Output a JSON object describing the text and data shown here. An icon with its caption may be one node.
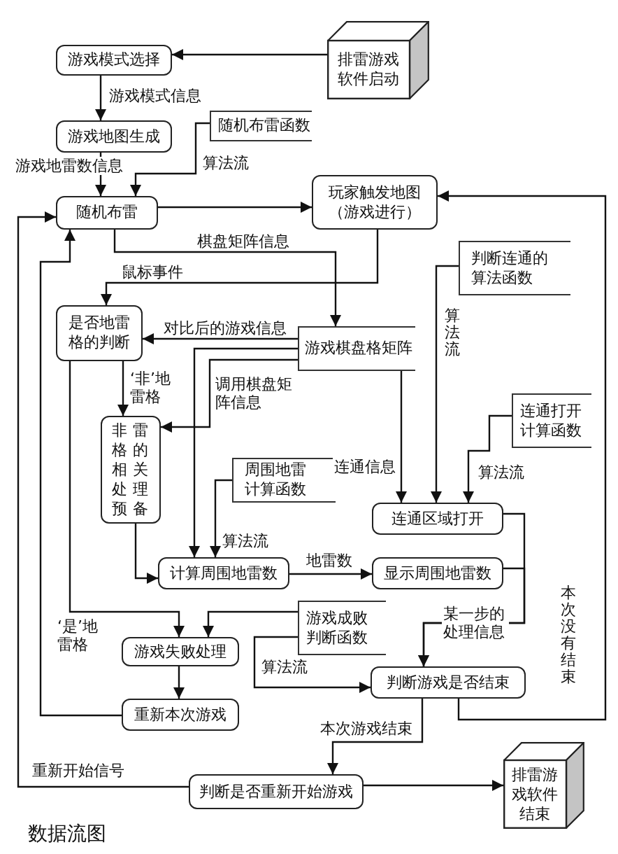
{
  "diagram": {
    "caption": "数据流图",
    "nodes": [
      {
        "text": [
          "排雷游戏软件启动"
        ]
      },
      {
        "text": [
          "游戏模式选择"
        ]
      },
      {
        "text": [
          "游戏地图生成"
        ]
      },
      {
        "text": [
          "随机布雷函数"
        ]
      },
      {
        "text": [
          "随机布雷"
        ]
      },
      {
        "text": [
          "玩家触发地图（游戏进行）"
        ]
      },
      {
        "text": [
          "判断连通的算法函数"
        ]
      },
      {
        "text": [
          "是否地雷格的判断"
        ]
      },
      {
        "text": [
          "游戏棋盘格矩阵"
        ]
      },
      {
        "text": [
          "非雷格的相关处理预备"
        ]
      },
      {
        "text": [
          "连通打开计算函数"
        ]
      },
      {
        "text": [
          "周围地雷计算函数"
        ]
      },
      {
        "text": [
          "连通区域打开"
        ]
      },
      {
        "text": [
          "计算周围地雷数"
        ]
      },
      {
        "text": [
          "显示周围地雷数"
        ]
      },
      {
        "text": [
          "游戏成败判断函数"
        ]
      },
      {
        "text": [
          "游戏失败处理"
        ]
      },
      {
        "text": [
          "判断游戏是否结束"
        ]
      },
      {
        "text": [
          "重新本次游戏"
        ]
      },
      {
        "text": [
          "判断是否重新开始游戏"
        ]
      },
      {
        "text": [
          "排雷游戏软件结束"
        ]
      }
    ],
    "edges": [
      {
        "from": 0,
        "to": 1,
        "arrow": "to"
      },
      {
        "from": 1,
        "to": 2,
        "arrow": "to",
        "label": "游戏模式信息"
      },
      {
        "from": 2,
        "to": 4,
        "arrow": "to",
        "label": "游戏地雷数信息"
      },
      {
        "from": 3,
        "to": 4,
        "arrow": "to",
        "label": "算法流"
      },
      {
        "from": 4,
        "to": 5,
        "arrow": "to"
      },
      {
        "from": 4,
        "to": 8,
        "arrow": "to",
        "label": "棋盘矩阵信息"
      },
      {
        "from": 5,
        "to": 7,
        "arrow": "to",
        "label": "鼠标事件"
      },
      {
        "from": 8,
        "to": 7,
        "arrow": "to",
        "label": "对比后的游戏信息"
      },
      {
        "from": 8,
        "to": 13,
        "arrow": "to"
      },
      {
        "from": 8,
        "to": 9,
        "arrow": "to",
        "label": "调用棋盘矩阵信息"
      },
      {
        "from": 7,
        "to": 9,
        "arrow": "to",
        "label": "‘非’地雷格"
      },
      {
        "from": 7,
        "to": 16,
        "arrow": "to",
        "label": "‘是’地雷格"
      },
      {
        "from": 6,
        "to": 12,
        "arrow": "to",
        "label": "算法流"
      },
      {
        "from": 10,
        "to": 12,
        "arrow": "to",
        "label": "算法流"
      },
      {
        "from": 8,
        "to": 12,
        "arrow": "to",
        "label": "连通信息"
      },
      {
        "from": 9,
        "to": 13,
        "arrow": "to"
      },
      {
        "from": 11,
        "to": 13,
        "arrow": "to",
        "label": "算法流"
      },
      {
        "from": 13,
        "to": 14,
        "arrow": "to",
        "label": "地雷数"
      },
      {
        "from": 12,
        "to": 17,
        "arrow": "to"
      },
      {
        "from": 14,
        "to": 17,
        "arrow": "to",
        "label": "某一步的处理信息"
      },
      {
        "from": 15,
        "to": 16,
        "arrow": "to"
      },
      {
        "from": 15,
        "to": 17,
        "arrow": "to",
        "label": "算法流"
      },
      {
        "from": 16,
        "to": 18,
        "arrow": "to"
      },
      {
        "from": 18,
        "to": 4,
        "arrow": "to"
      },
      {
        "from": 17,
        "to": 5,
        "arrow": "to",
        "label": "本次没有结束"
      },
      {
        "from": 17,
        "to": 19,
        "arrow": "to",
        "label": "本次游戏结束"
      },
      {
        "from": 19,
        "to": 20,
        "arrow": "to"
      },
      {
        "from": 19,
        "to": 4,
        "arrow": "to",
        "label": "重新开始信号"
      }
    ]
  }
}
